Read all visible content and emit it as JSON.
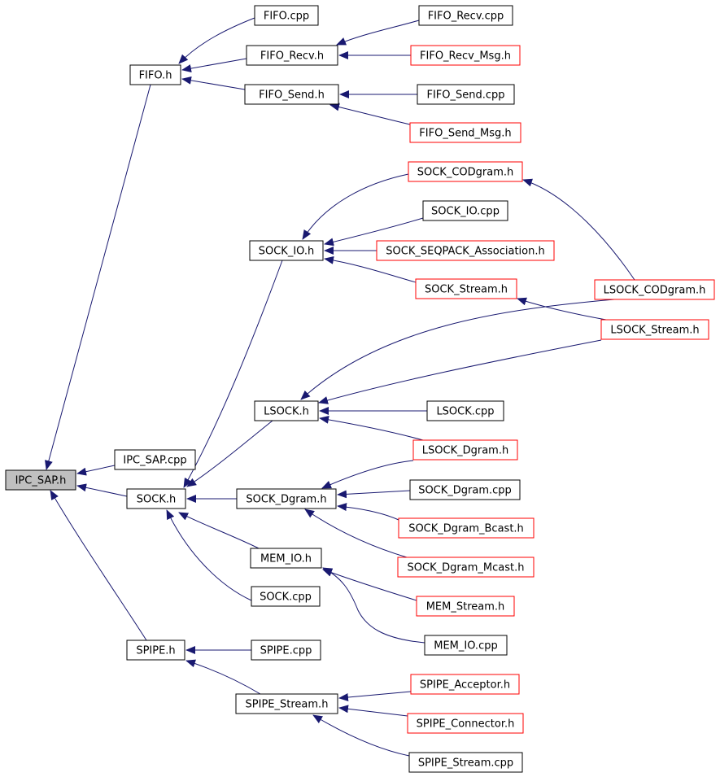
{
  "colors": {
    "edge": "#191970",
    "node_border_default": "#000000",
    "node_border_truncated": "#ff0000",
    "node_fill_root": "#bfbfbf",
    "node_fill": "#ffffff"
  },
  "nodes": {
    "ipc_sap_h": {
      "label": "IPC_SAP.h",
      "kind": "root"
    },
    "fifo_h": {
      "label": "FIFO.h",
      "kind": "normal"
    },
    "fifo_cpp": {
      "label": "FIFO.cpp",
      "kind": "normal"
    },
    "fifo_recv_h": {
      "label": "FIFO_Recv.h",
      "kind": "normal"
    },
    "fifo_recv_cpp": {
      "label": "FIFO_Recv.cpp",
      "kind": "normal"
    },
    "fifo_recv_msg_h": {
      "label": "FIFO_Recv_Msg.h",
      "kind": "truncated"
    },
    "fifo_send_h": {
      "label": "FIFO_Send.h",
      "kind": "normal"
    },
    "fifo_send_cpp": {
      "label": "FIFO_Send.cpp",
      "kind": "normal"
    },
    "fifo_send_msg_h": {
      "label": "FIFO_Send_Msg.h",
      "kind": "truncated"
    },
    "sock_codgram_h": {
      "label": "SOCK_CODgram.h",
      "kind": "truncated"
    },
    "sock_io_cpp": {
      "label": "SOCK_IO.cpp",
      "kind": "normal"
    },
    "sock_io_h": {
      "label": "SOCK_IO.h",
      "kind": "normal"
    },
    "sock_seqpack_h": {
      "label": "SOCK_SEQPACK_Association.h",
      "kind": "truncated"
    },
    "sock_stream_h": {
      "label": "SOCK_Stream.h",
      "kind": "truncated"
    },
    "lsock_codgram_h": {
      "label": "LSOCK_CODgram.h",
      "kind": "truncated"
    },
    "lsock_stream_h": {
      "label": "LSOCK_Stream.h",
      "kind": "truncated"
    },
    "lsock_h": {
      "label": "LSOCK.h",
      "kind": "normal"
    },
    "lsock_cpp": {
      "label": "LSOCK.cpp",
      "kind": "normal"
    },
    "lsock_dgram_h": {
      "label": "LSOCK_Dgram.h",
      "kind": "truncated"
    },
    "ipc_sap_cpp": {
      "label": "IPC_SAP.cpp",
      "kind": "normal"
    },
    "sock_h": {
      "label": "SOCK.h",
      "kind": "normal"
    },
    "sock_dgram_h": {
      "label": "SOCK_Dgram.h",
      "kind": "normal"
    },
    "sock_dgram_cpp": {
      "label": "SOCK_Dgram.cpp",
      "kind": "normal"
    },
    "sock_dgram_bcast_h": {
      "label": "SOCK_Dgram_Bcast.h",
      "kind": "truncated"
    },
    "sock_dgram_mcast_h": {
      "label": "SOCK_Dgram_Mcast.h",
      "kind": "truncated"
    },
    "mem_io_h": {
      "label": "MEM_IO.h",
      "kind": "normal"
    },
    "mem_stream_h": {
      "label": "MEM_Stream.h",
      "kind": "truncated"
    },
    "sock_cpp": {
      "label": "SOCK.cpp",
      "kind": "normal"
    },
    "mem_io_cpp": {
      "label": "MEM_IO.cpp",
      "kind": "normal"
    },
    "spipe_h": {
      "label": "SPIPE.h",
      "kind": "normal"
    },
    "spipe_cpp": {
      "label": "SPIPE.cpp",
      "kind": "normal"
    },
    "spipe_acceptor_h": {
      "label": "SPIPE_Acceptor.h",
      "kind": "truncated"
    },
    "spipe_stream_h": {
      "label": "SPIPE_Stream.h",
      "kind": "normal"
    },
    "spipe_connector_h": {
      "label": "SPIPE_Connector.h",
      "kind": "truncated"
    },
    "spipe_stream_cpp": {
      "label": "SPIPE_Stream.cpp",
      "kind": "normal"
    }
  },
  "edges": [
    {
      "from": "fifo_h",
      "to": "ipc_sap_h"
    },
    {
      "from": "sock_h",
      "to": "ipc_sap_h"
    },
    {
      "from": "ipc_sap_cpp",
      "to": "ipc_sap_h"
    },
    {
      "from": "spipe_h",
      "to": "ipc_sap_h"
    },
    {
      "from": "fifo_cpp",
      "to": "fifo_h"
    },
    {
      "from": "fifo_recv_h",
      "to": "fifo_h"
    },
    {
      "from": "fifo_send_h",
      "to": "fifo_h"
    },
    {
      "from": "fifo_recv_cpp",
      "to": "fifo_recv_h"
    },
    {
      "from": "fifo_recv_msg_h",
      "to": "fifo_recv_h"
    },
    {
      "from": "fifo_send_cpp",
      "to": "fifo_send_h"
    },
    {
      "from": "fifo_send_msg_h",
      "to": "fifo_send_h"
    },
    {
      "from": "sock_io_h",
      "to": "sock_h"
    },
    {
      "from": "lsock_h",
      "to": "sock_h"
    },
    {
      "from": "sock_dgram_h",
      "to": "sock_h"
    },
    {
      "from": "mem_io_h",
      "to": "sock_h"
    },
    {
      "from": "sock_cpp",
      "to": "sock_h"
    },
    {
      "from": "sock_codgram_h",
      "to": "sock_io_h"
    },
    {
      "from": "sock_io_cpp",
      "to": "sock_io_h"
    },
    {
      "from": "sock_seqpack_h",
      "to": "sock_io_h"
    },
    {
      "from": "sock_stream_h",
      "to": "sock_io_h"
    },
    {
      "from": "lsock_codgram_h",
      "to": "sock_codgram_h"
    },
    {
      "from": "lsock_stream_h",
      "to": "sock_stream_h"
    },
    {
      "from": "lsock_codgram_h",
      "to": "lsock_h"
    },
    {
      "from": "lsock_stream_h",
      "to": "lsock_h"
    },
    {
      "from": "lsock_cpp",
      "to": "lsock_h"
    },
    {
      "from": "lsock_dgram_h",
      "to": "lsock_h"
    },
    {
      "from": "lsock_dgram_h",
      "to": "sock_dgram_h"
    },
    {
      "from": "sock_dgram_cpp",
      "to": "sock_dgram_h"
    },
    {
      "from": "sock_dgram_bcast_h",
      "to": "sock_dgram_h"
    },
    {
      "from": "sock_dgram_mcast_h",
      "to": "sock_dgram_h"
    },
    {
      "from": "mem_stream_h",
      "to": "mem_io_h"
    },
    {
      "from": "mem_io_cpp",
      "to": "mem_io_h"
    },
    {
      "from": "spipe_cpp",
      "to": "spipe_h"
    },
    {
      "from": "spipe_stream_h",
      "to": "spipe_h"
    },
    {
      "from": "spipe_acceptor_h",
      "to": "spipe_stream_h"
    },
    {
      "from": "spipe_connector_h",
      "to": "spipe_stream_h"
    },
    {
      "from": "spipe_stream_cpp",
      "to": "spipe_stream_h"
    }
  ]
}
